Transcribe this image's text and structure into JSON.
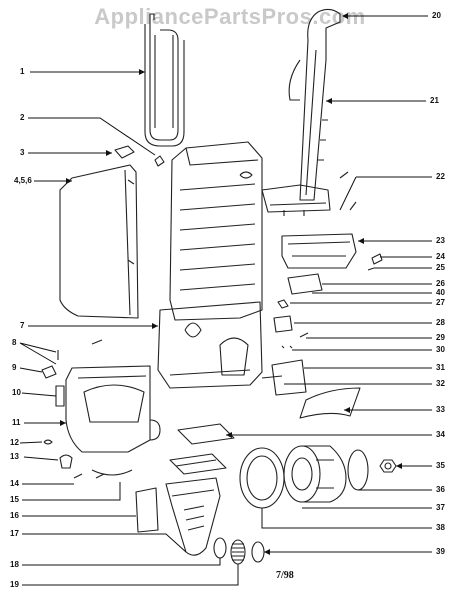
{
  "watermark": "AppliancePartsPros.com",
  "date_code": "7/98",
  "callouts": {
    "c1": "1",
    "c2": "2",
    "c3": "3",
    "c456": "4,5,6",
    "c7": "7",
    "c8": "8",
    "c9": "9",
    "c10": "10",
    "c11": "11",
    "c12": "12",
    "c13": "13",
    "c14": "14",
    "c15": "15",
    "c16": "16",
    "c17": "17",
    "c18": "18",
    "c19": "19",
    "c20": "20",
    "c21": "21",
    "c22": "22",
    "c23": "23",
    "c24": "24",
    "c25": "25",
    "c26": "26",
    "c40": "40",
    "c27": "27",
    "c28": "28",
    "c29": "29",
    "c30": "30",
    "c31": "31",
    "c32": "32",
    "c33": "33",
    "c34": "34",
    "c35": "35",
    "c36": "36",
    "c37": "37",
    "c38": "38",
    "c39": "39"
  }
}
